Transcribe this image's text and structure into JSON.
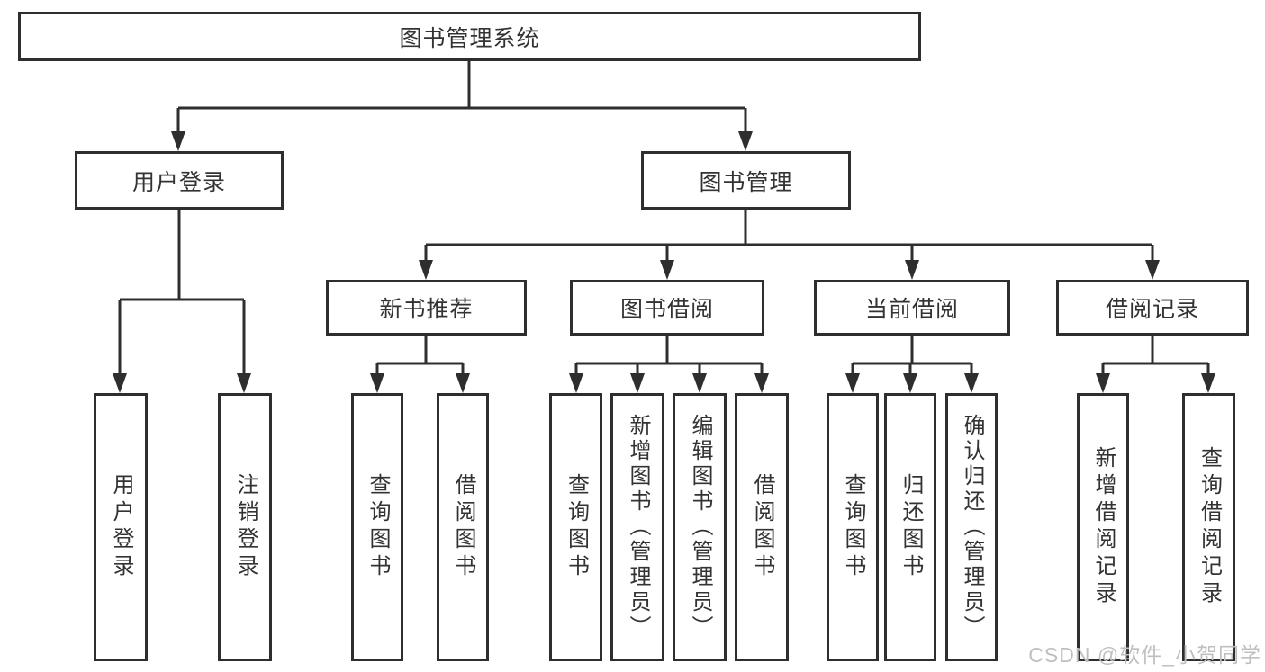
{
  "tree": {
    "label": "图书管理系统",
    "children": [
      {
        "label": "用户登录",
        "children": [
          {
            "label": "用户登录"
          },
          {
            "label": "注销登录"
          }
        ]
      },
      {
        "label": "图书管理",
        "children": [
          {
            "label": "新书推荐",
            "children": [
              {
                "label": "查询图书"
              },
              {
                "label": "借阅图书"
              }
            ]
          },
          {
            "label": "图书借阅",
            "children": [
              {
                "label": "查询图书"
              },
              {
                "label": "新增图书（管理员）"
              },
              {
                "label": "编辑图书（管理员）"
              },
              {
                "label": "借阅图书"
              }
            ]
          },
          {
            "label": "当前借阅",
            "children": [
              {
                "label": "查询图书"
              },
              {
                "label": "归还图书"
              },
              {
                "label": "确认归还（管理员）"
              }
            ]
          },
          {
            "label": "借阅记录",
            "children": [
              {
                "label": "新增借阅记录"
              },
              {
                "label": "查询借阅记录"
              }
            ]
          }
        ]
      }
    ]
  },
  "watermark": {
    "text": "CSDN @软件_小贺同学",
    "color": "#bfbfbf"
  },
  "colors": {
    "line": "#2e2e2e",
    "text": "#333333",
    "background": "#ffffff",
    "box_fill": "#ffffff"
  }
}
